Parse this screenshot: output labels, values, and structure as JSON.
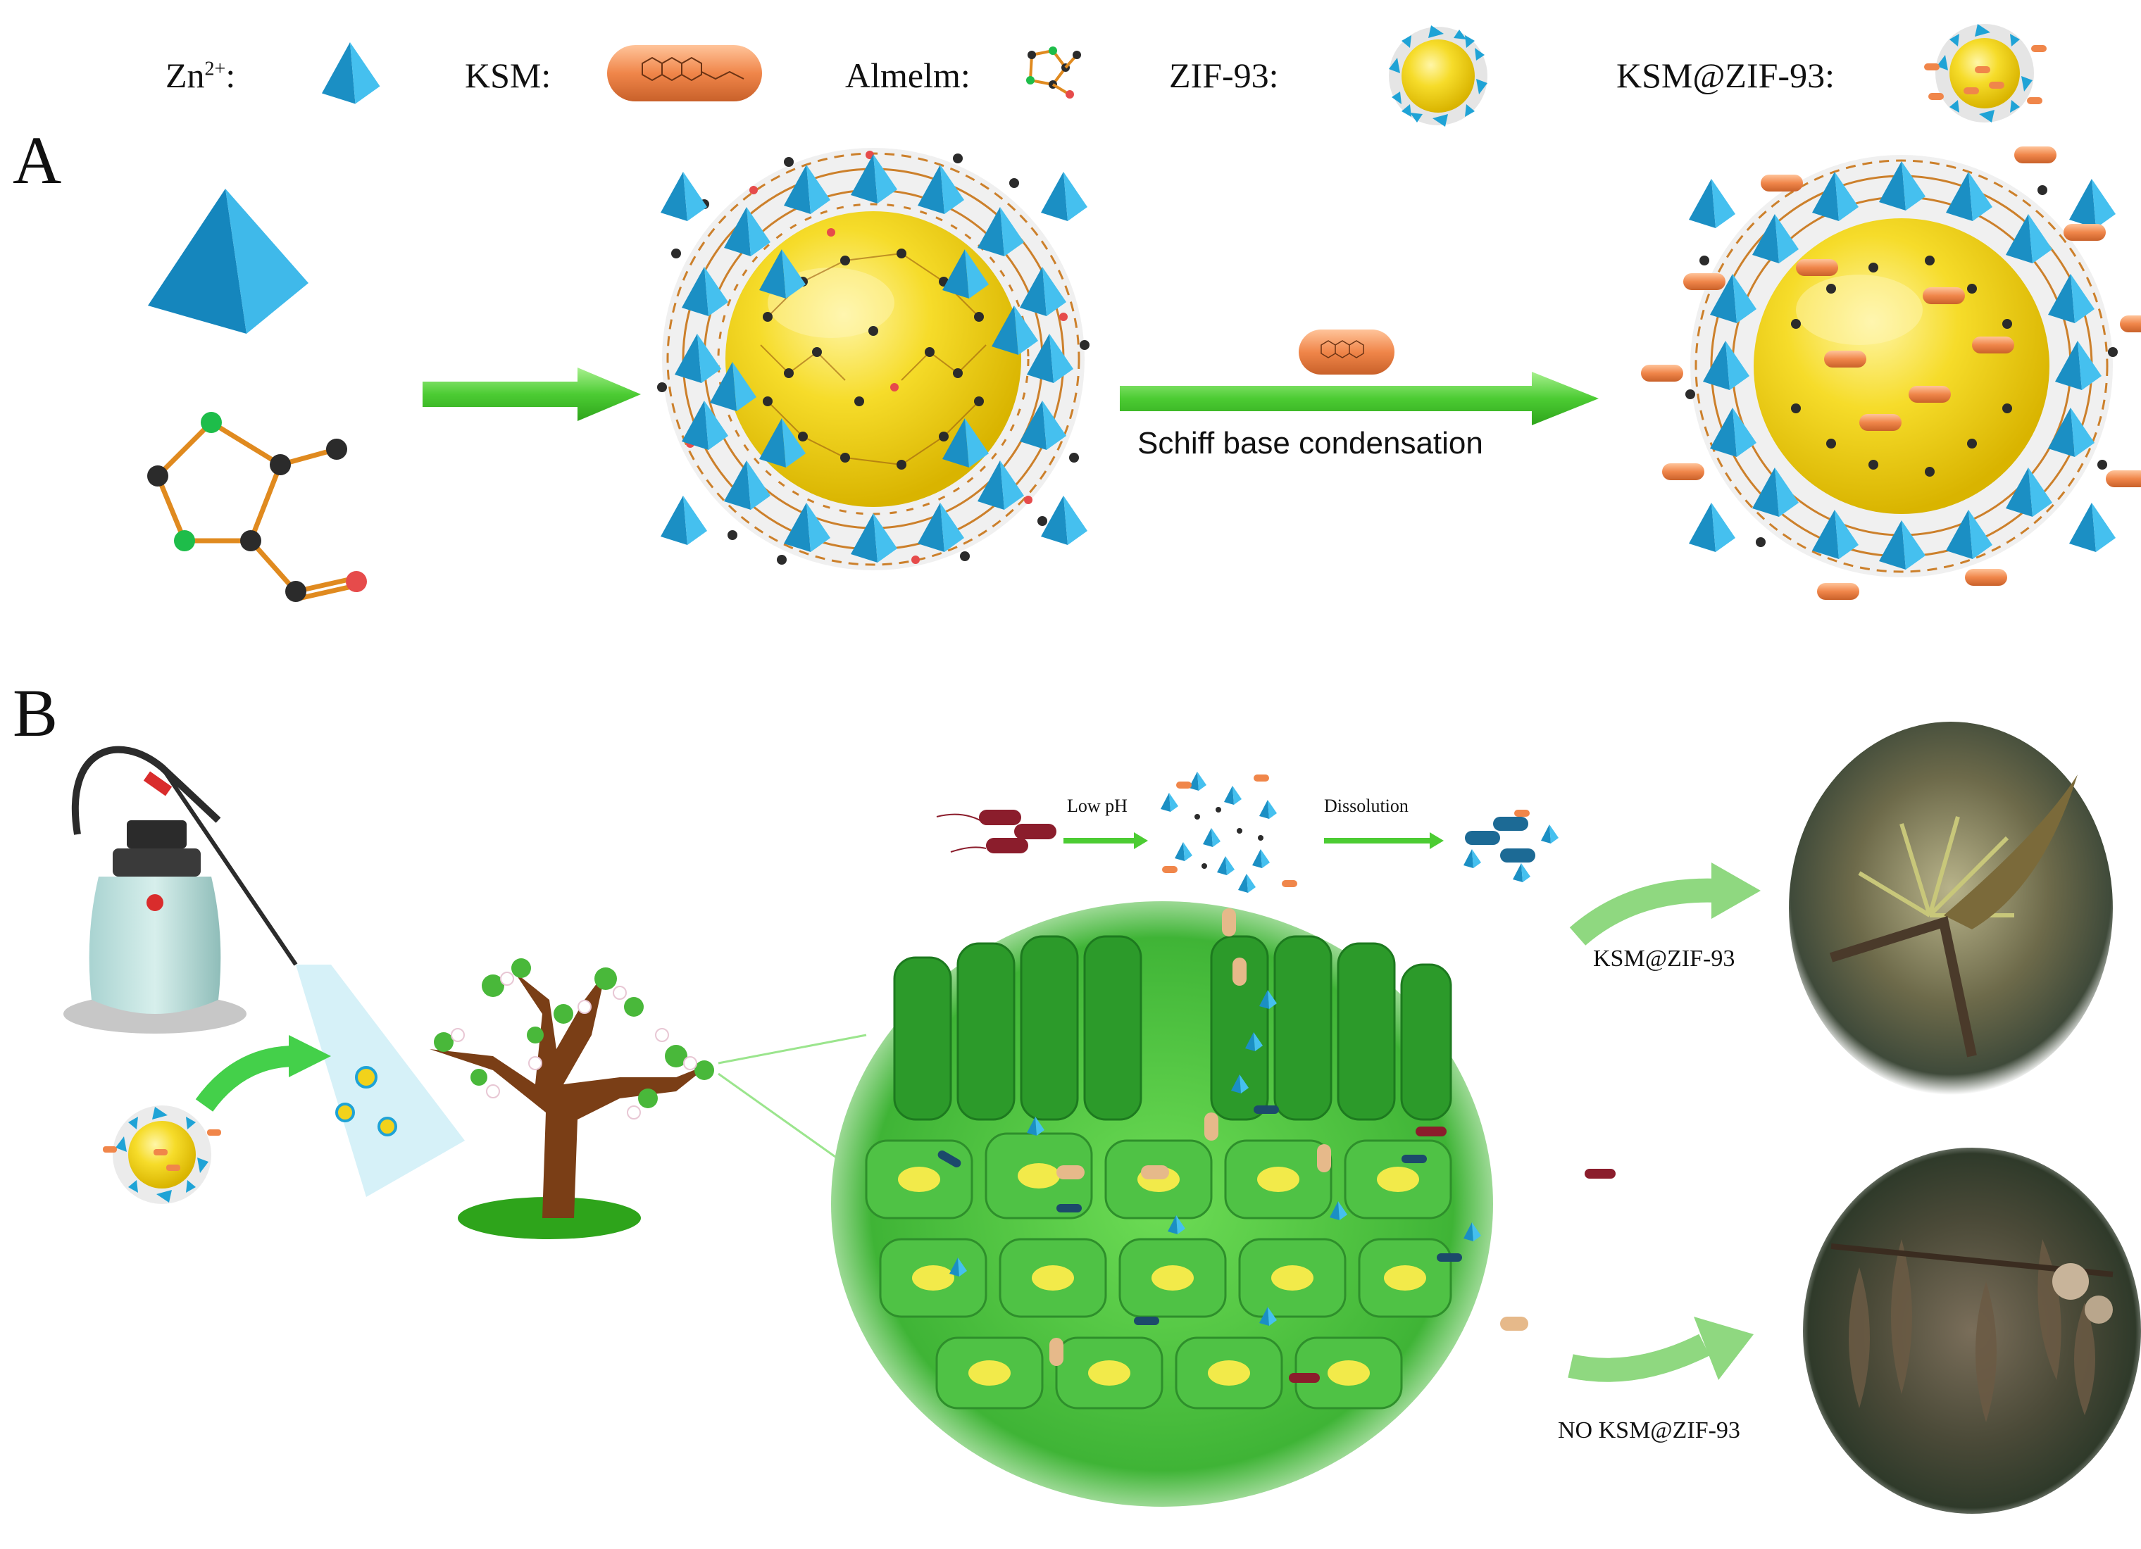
{
  "legend": {
    "zn": "Zn",
    "zn_sup": "2+",
    "zn_colon": ":",
    "ksm": "KSM:",
    "almelm": "Almelm:",
    "zif": "ZIF-93:",
    "ksm_zif": "KSM@ZIF-93:"
  },
  "panel_a": {
    "letter": "A",
    "reaction_label": "Schiff base condensation"
  },
  "panel_b": {
    "letter": "B",
    "low_ph": "Low pH",
    "dissolution": "Dissolution",
    "treated_label": "KSM@ZIF-93",
    "untreated_label": "NO KSM@ZIF-93"
  },
  "colors": {
    "zn_blue": "#1fa3d6",
    "core_yellow": "#f2d21b",
    "ksm_orange": "#f0864a",
    "arrow_green": "#5ccf3a",
    "cell_green": "#4fc245",
    "bond_orange": "#e08a1f",
    "atom_black": "#2b2b2b",
    "atom_green": "#1ebd4a",
    "atom_red": "#e64b4b",
    "bacteria_red": "#8b1d2c"
  },
  "icons": [
    "pyramid-icon",
    "capsule-icon",
    "imidazole-icon",
    "nanoparticle-icon",
    "sprayer-icon",
    "tree-icon",
    "bacteria-icon",
    "leaf-section-icon"
  ]
}
